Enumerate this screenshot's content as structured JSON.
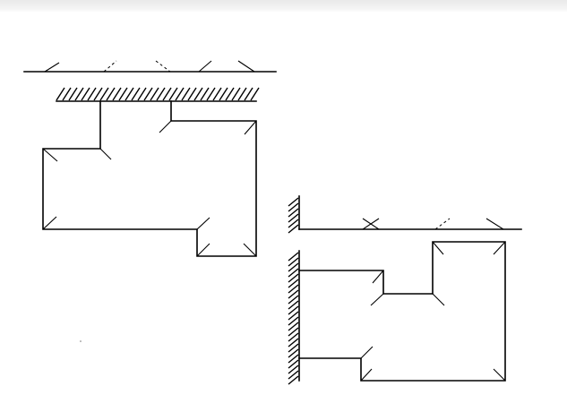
{
  "figures": [
    {
      "id": "figure-top-left",
      "support": "hatched-ground-horizontal",
      "shape": "rectilinear-frame",
      "line_marks": [
        "tick",
        "dashed-tick",
        "dashed-tick",
        "tick",
        "tick"
      ]
    },
    {
      "id": "figure-bottom-right",
      "support": "hatched-wall-vertical",
      "shape": "rectilinear-frame",
      "line_marks": [
        "cross",
        "dashed-tick",
        "tick"
      ]
    }
  ],
  "colors": {
    "ink": "#000000",
    "paper": "#ffffff",
    "scan_edge": "#e9e9e9"
  }
}
